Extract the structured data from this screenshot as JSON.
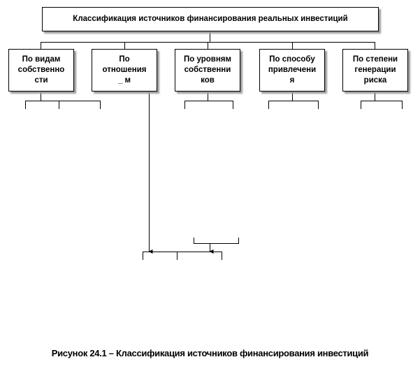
{
  "diagram": {
    "root": {
      "label": "Классификация  источников  финансирования  реальных  инвестиций"
    },
    "categories": [
      {
        "label": "По видам\nсобственно\nсти"
      },
      {
        "label": "По\nотношения\n_  м"
      },
      {
        "label": "По уровням\nсобственни\nков"
      },
      {
        "label": "По способу\nпривлечени\nя"
      },
      {
        "label": "По степени\nгенерации\nриска"
      }
    ],
    "line_color": "#000000",
    "shadow_color": "#9a9a9a"
  },
  "caption": {
    "text": "Рисунок 24.1 – Классификация  источников  финансирования  инвестиций"
  }
}
